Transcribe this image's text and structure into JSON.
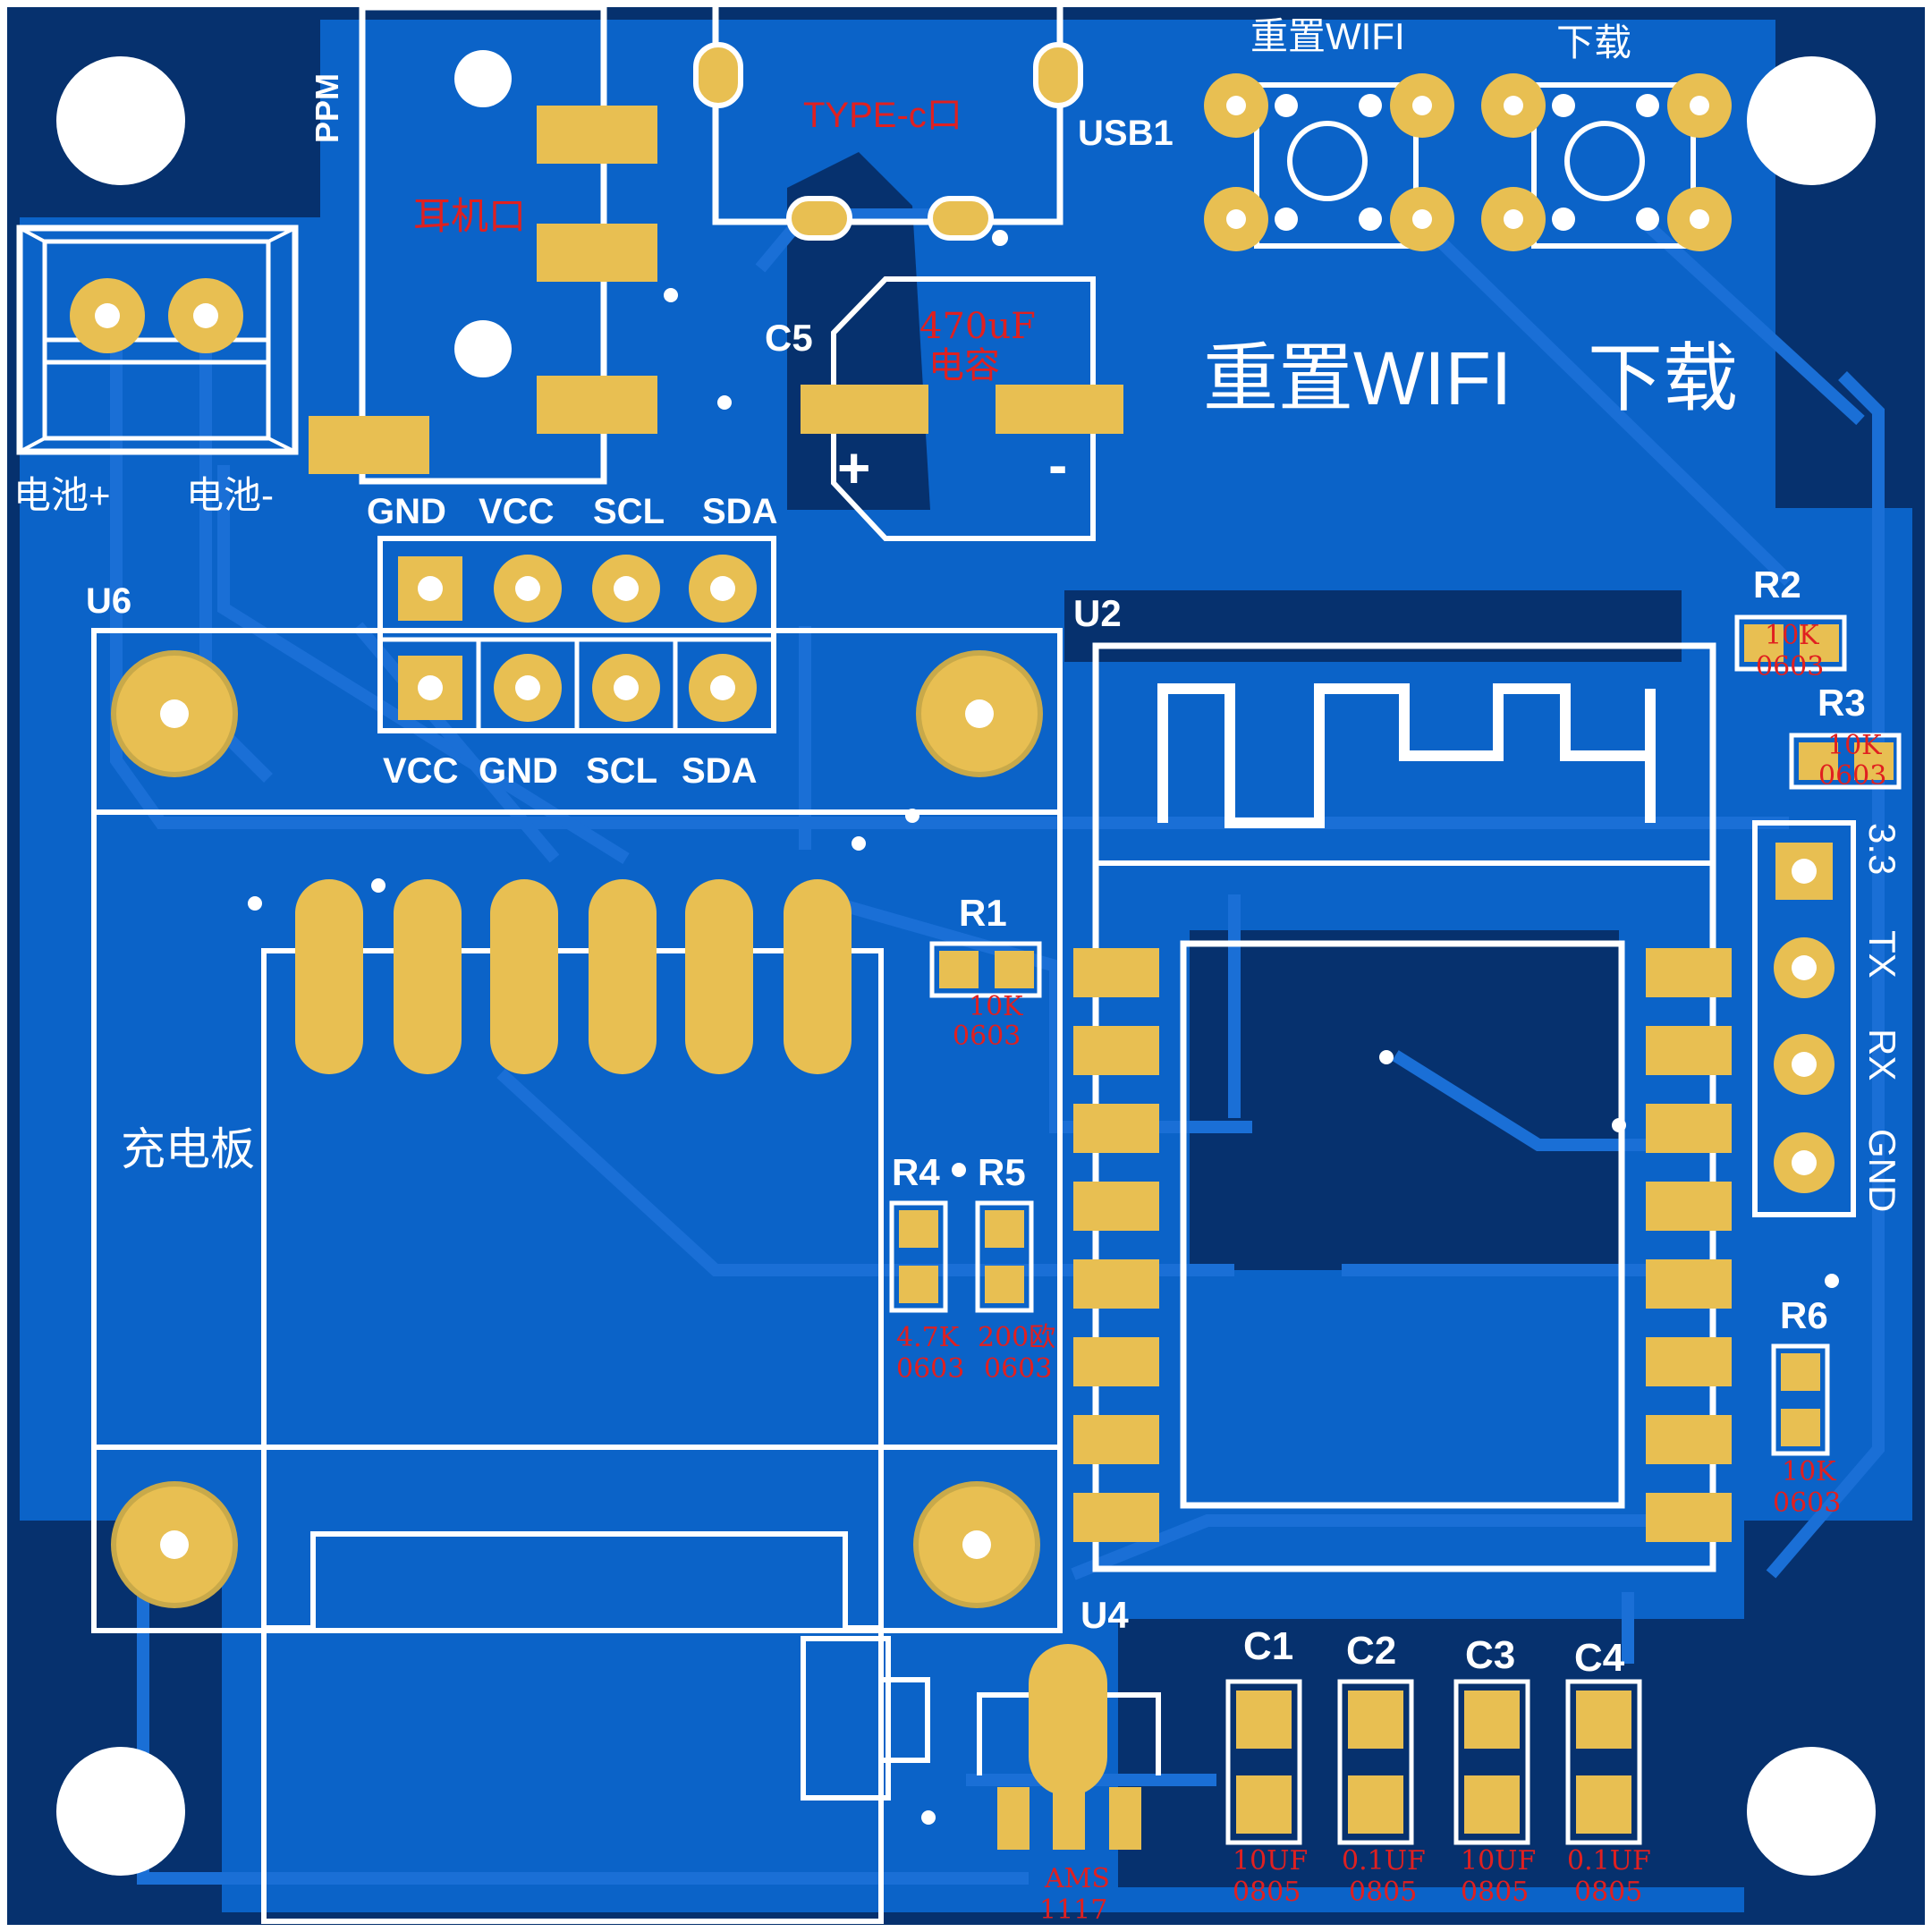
{
  "colors": {
    "board_dark": "#06316e",
    "copper_fill": "#0b63c8",
    "trace": "#1a6fd6",
    "pad": "#e8bf52",
    "silkscreen": "#ffffff",
    "note_red": "#e02020"
  },
  "labels": {
    "ppm": "PPM",
    "earphone": "耳机口",
    "typec": "TYPE-c口",
    "usb1": "USB1",
    "reset_wifi_small": "重置WIFI",
    "download_small": "下载",
    "reset_wifi_big": "重置WIFI",
    "download_big": "下载",
    "c5": "C5",
    "cap_value": "470uF",
    "cap_name": "电容",
    "plus": "+",
    "minus": "-",
    "batt_plus": "电池+",
    "batt_minus": "电池-",
    "u6": "U6",
    "u2": "U2",
    "u4": "U4",
    "charger": "充电板",
    "r1": "R1",
    "r2": "R2",
    "r3": "R3",
    "r4": "R4",
    "r5": "R5",
    "r6": "R6",
    "c1": "C1",
    "c2": "C2",
    "c3": "C3",
    "c4": "C4"
  },
  "header_top": {
    "pins": [
      "GND",
      "VCC",
      "SCL",
      "SDA"
    ]
  },
  "header_bottom": {
    "pins": [
      "VCC",
      "GND",
      "SCL",
      "SDA"
    ]
  },
  "serial_header": {
    "pins": [
      "3.3",
      "TX",
      "RX",
      "GND"
    ]
  },
  "values": {
    "r1": [
      "10K",
      "0603"
    ],
    "r2": [
      "10K",
      "0603"
    ],
    "r3": [
      "10K",
      "0603"
    ],
    "r4": [
      "4.7K",
      "0603"
    ],
    "r5": [
      "200欧",
      "0603"
    ],
    "r6": [
      "10K",
      "0603"
    ],
    "c1": [
      "10UF",
      "0805"
    ],
    "c2": [
      "0.1UF",
      "0805"
    ],
    "c3": [
      "10UF",
      "0805"
    ],
    "c4": [
      "0.1UF",
      "0805"
    ],
    "u4": [
      "AMS",
      "1117"
    ]
  }
}
